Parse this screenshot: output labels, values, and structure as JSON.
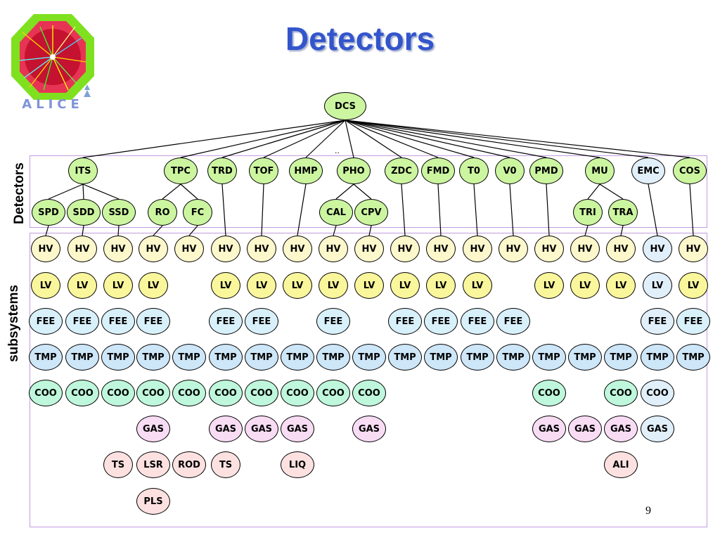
{
  "title": "Detectors",
  "logo_text": "ALICE",
  "axis_labels": {
    "detectors": "Detectors",
    "subsystems": "subsystems"
  },
  "page_number": "9",
  "mark": "..",
  "colors": {
    "detector": "#ccf5a0",
    "detector_alt": "#e1effa",
    "HV": "#fdf7cc",
    "LV": "#f9f69c",
    "FEE": "#d8f0fa",
    "TMP": "#cde6f8",
    "COO": "#bff7dc",
    "GAS": "#f8dcf4",
    "TS": "#fde1e1",
    "LSR": "#fde1e1",
    "ROD": "#fde1e1",
    "PLS": "#fde1e1",
    "LIQ": "#fde1e1",
    "ALI": "#fde1e1",
    "frame": "#c39be0",
    "title": "#3355cc"
  },
  "root": "DCS",
  "detectors": [
    "ITS",
    "TPC",
    "TRD",
    "TOF",
    "HMP",
    "PHO",
    "ZDC",
    "FMD",
    "T0",
    "V0",
    "PMD",
    "MU",
    "EMC",
    "COS"
  ],
  "detector_children": {
    "ITS": [
      "SPD",
      "SDD",
      "SSD"
    ],
    "TPC": [
      "RO",
      "FC"
    ],
    "PHO": [
      "CAL",
      "CPV"
    ],
    "MU": [
      "TRI",
      "TRA"
    ]
  },
  "columns": [
    {
      "id": "SPD",
      "subsystems": [
        "HV",
        "LV",
        "FEE",
        "TMP",
        "COO",
        "",
        "",
        ""
      ]
    },
    {
      "id": "SDD",
      "subsystems": [
        "HV",
        "LV",
        "FEE",
        "TMP",
        "COO",
        "",
        "",
        ""
      ]
    },
    {
      "id": "SSD",
      "subsystems": [
        "HV",
        "LV",
        "FEE",
        "TMP",
        "COO",
        "",
        "TS",
        ""
      ]
    },
    {
      "id": "RO",
      "subsystems": [
        "HV",
        "LV",
        "FEE",
        "TMP",
        "COO",
        "GAS",
        "LSR",
        "PLS"
      ]
    },
    {
      "id": "FC",
      "subsystems": [
        "HV",
        "",
        "",
        "TMP",
        "COO",
        "",
        "ROD",
        ""
      ]
    },
    {
      "id": "TRD",
      "subsystems": [
        "HV",
        "LV",
        "FEE",
        "TMP",
        "COO",
        "GAS",
        "TS",
        ""
      ]
    },
    {
      "id": "TOF",
      "subsystems": [
        "HV",
        "LV",
        "FEE",
        "TMP",
        "COO",
        "GAS",
        "",
        ""
      ]
    },
    {
      "id": "HMP",
      "subsystems": [
        "HV",
        "LV",
        "",
        "TMP",
        "COO",
        "GAS",
        "LIQ",
        ""
      ]
    },
    {
      "id": "CAL",
      "subsystems": [
        "HV",
        "LV",
        "FEE",
        "TMP",
        "COO",
        "",
        "",
        ""
      ]
    },
    {
      "id": "CPV",
      "subsystems": [
        "HV",
        "LV",
        "",
        "TMP",
        "COO",
        "GAS",
        "",
        ""
      ]
    },
    {
      "id": "ZDC",
      "subsystems": [
        "HV",
        "LV",
        "FEE",
        "TMP",
        "",
        "",
        "",
        ""
      ]
    },
    {
      "id": "FMD",
      "subsystems": [
        "HV",
        "LV",
        "FEE",
        "TMP",
        "",
        "",
        "",
        ""
      ]
    },
    {
      "id": "T0",
      "subsystems": [
        "HV",
        "LV",
        "FEE",
        "TMP",
        "",
        "",
        "",
        ""
      ]
    },
    {
      "id": "V0",
      "subsystems": [
        "HV",
        "",
        "FEE",
        "TMP",
        "",
        "",
        "",
        ""
      ]
    },
    {
      "id": "PMD",
      "subsystems": [
        "HV",
        "LV",
        "",
        "TMP",
        "COO",
        "GAS",
        "",
        ""
      ]
    },
    {
      "id": "TRI",
      "subsystems": [
        "HV",
        "LV",
        "",
        "TMP",
        "",
        "GAS",
        "",
        ""
      ]
    },
    {
      "id": "TRA",
      "subsystems": [
        "HV",
        "LV",
        "",
        "TMP",
        "COO",
        "GAS",
        "ALI",
        ""
      ]
    },
    {
      "id": "EMC",
      "subsystems": [
        "HV",
        "LV",
        "FEE",
        "TMP",
        "COO",
        "GAS",
        "",
        ""
      ]
    },
    {
      "id": "COS",
      "subsystems": [
        "HV",
        "LV",
        "FEE",
        "TMP",
        "",
        "",
        "",
        ""
      ]
    }
  ],
  "light_blue_column": "EMC"
}
